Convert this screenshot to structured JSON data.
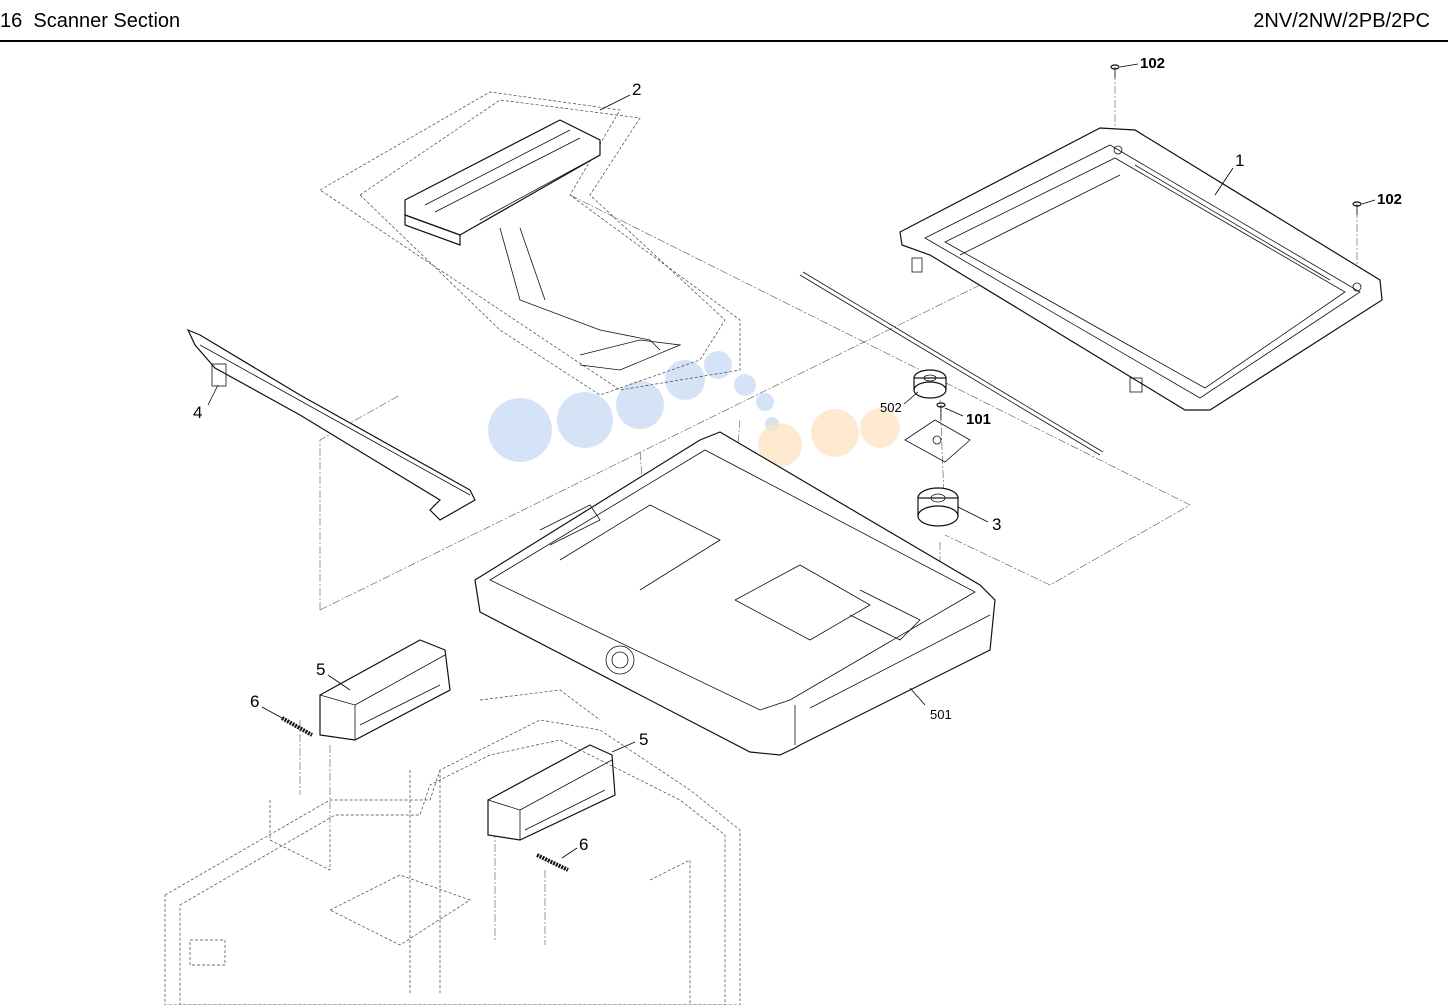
{
  "header": {
    "section_number": "16",
    "section_title": "Scanner Section",
    "model_codes": "2NV/2NW/2PB/2PC"
  },
  "callouts": {
    "c1": "1",
    "c2": "2",
    "c3": "3",
    "c4": "4",
    "c5a": "5",
    "c5b": "5",
    "c6a": "6",
    "c6b": "6",
    "c101": "101",
    "c102a": "102",
    "c102b": "102",
    "c501": "501",
    "c502": "502"
  }
}
